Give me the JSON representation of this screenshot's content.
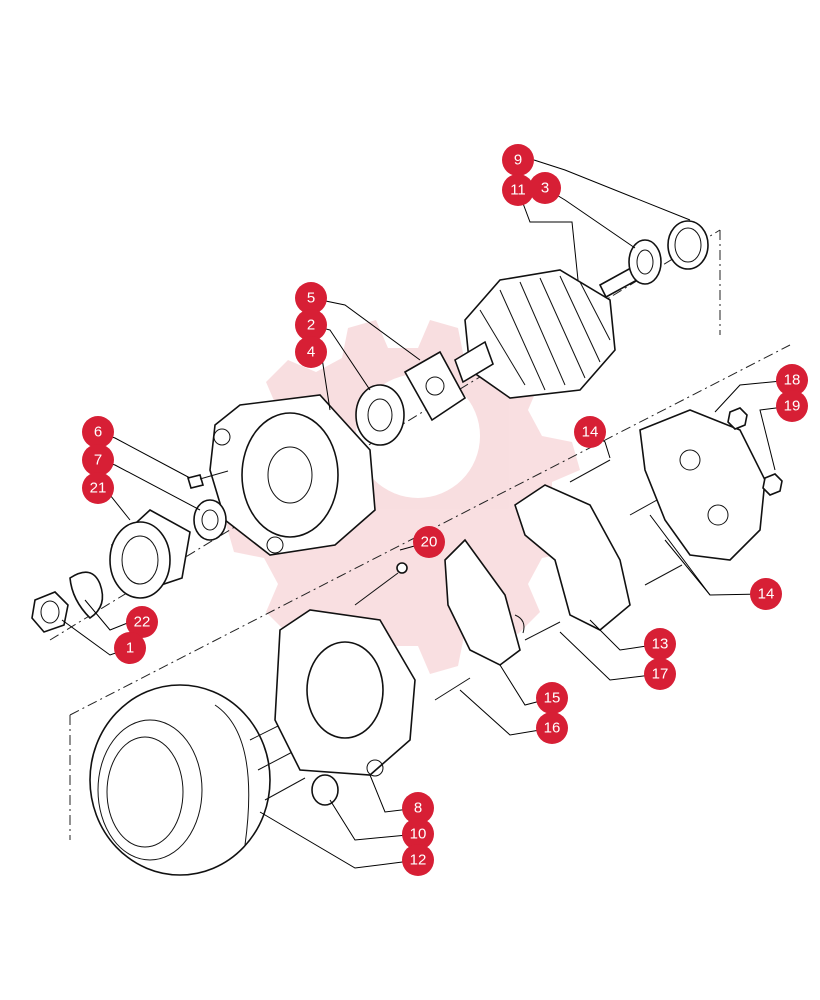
{
  "diagram": {
    "callout_color": "#d71f35",
    "watermark_color": "#f4c4c8",
    "callouts": [
      "1",
      "2",
      "3",
      "4",
      "5",
      "6",
      "7",
      "8",
      "9",
      "10",
      "11",
      "12",
      "13",
      "14",
      "14",
      "15",
      "16",
      "17",
      "18",
      "19",
      "20",
      "21",
      "22"
    ]
  }
}
